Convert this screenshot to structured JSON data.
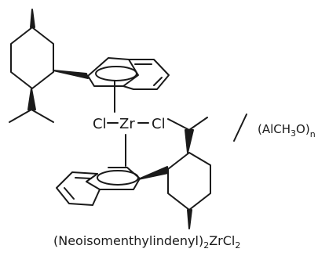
{
  "structure": {
    "metal": "Zr",
    "ligand_left": "Cl",
    "ligand_right": "Cl",
    "cocatalyst_prefix": "/",
    "cocatalyst_formula": "(AlCH",
    "cocatalyst_sub3": "3",
    "cocatalyst_O": "O)",
    "cocatalyst_subn": "n",
    "caption_main": "(Neoisomenthylindenyl)",
    "caption_sub2": "2",
    "caption_tail": "ZrCl",
    "caption_sub2b": "2"
  },
  "colors": {
    "ink": "#1a1a1a",
    "background": "#ffffff"
  }
}
